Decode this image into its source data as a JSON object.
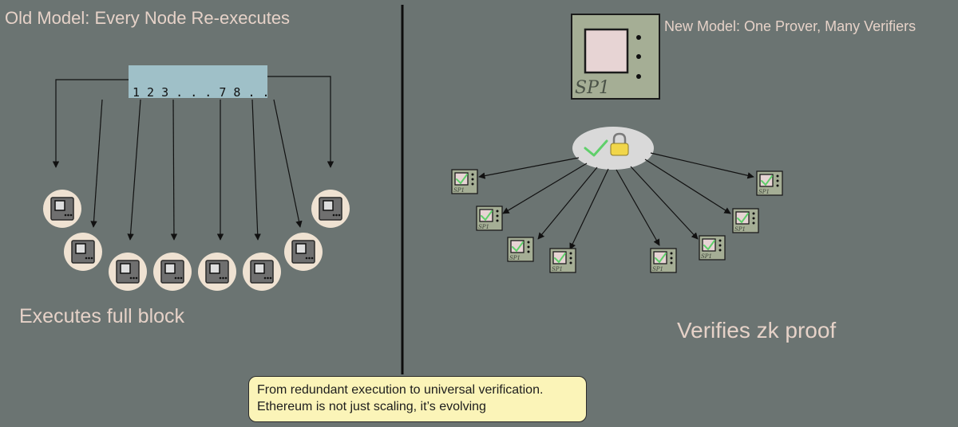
{
  "old_model": {
    "title": "Old Model: Every Node Re-executes",
    "block_label": "1 2 3 . . . 7  8 . .",
    "caption": "Executes full block"
  },
  "new_model": {
    "title": "New Model: One Prover, Many Verifiers",
    "prover_label": "SP1",
    "verifier_label": "SP1",
    "caption": "Verifies zk proof"
  },
  "callout": {
    "line1": "From redundant execution to universal verification.",
    "line2": "Ethereum is not just scaling, it’s evolving"
  },
  "colors": {
    "background": "#6b7472",
    "text": "#e6d2c8",
    "block_fill": "#9fc0c8",
    "node_circle": "#efe2d2",
    "prover_fill": "#a5ae95",
    "screen_fill": "#e7d4d4",
    "proof_ellipse": "#d9d9d9",
    "check_green": "#5fcf6a",
    "lock_yellow": "#f1d64a",
    "callout_fill": "#fbf4b8"
  }
}
